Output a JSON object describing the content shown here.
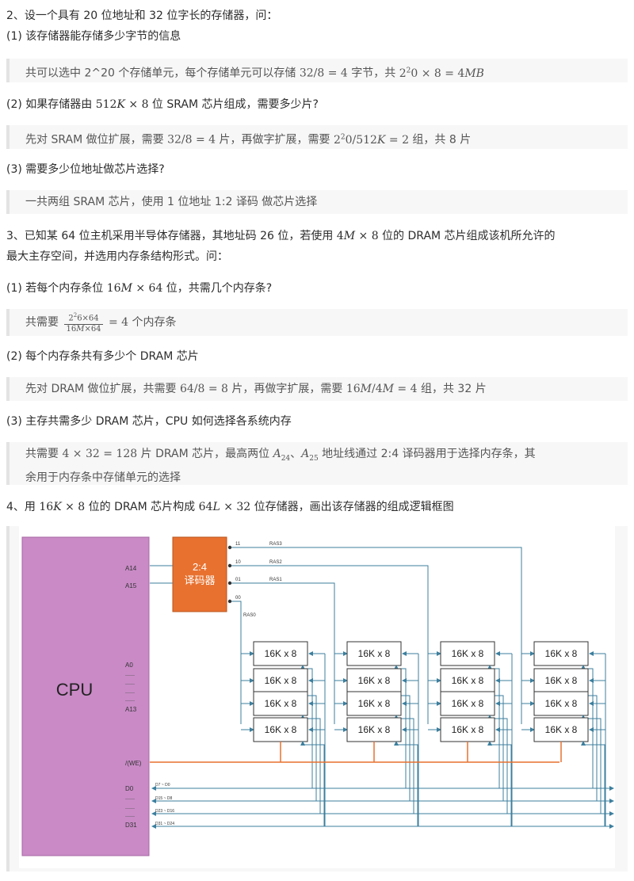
{
  "q2": {
    "title": "2、设一个具有 20 位地址和 32 位字长的存储器，问：",
    "p1": "(1) 该存储器能存储多少字节的信息",
    "a1_prefix": "共可以选中 2^20 个存储单元，每个存储单元可以存储",
    "a1_m1": "32/8 = 4",
    "a1_mid": " 字节，共 ",
    "a1_m2a": "2",
    "a1_m2sup": "2",
    "a1_m2b": "0 × 8 = 4",
    "a1_m2c": "MB",
    "p2_prefix": "(2) 如果存储器由",
    "p2_m1a": "512",
    "p2_m1b": "K",
    "p2_m1c": " × 8",
    "p2_suffix": " 位 SRAM 芯片组成，需要多少片?",
    "a2_prefix": "先对 SRAM 做位扩展，需要",
    "a2_m1": "32/8 = 4",
    "a2_mid": " 片，再做字扩展，需要 ",
    "a2_m2a": "2",
    "a2_m2sup": "2",
    "a2_m2b": "0/512",
    "a2_m2c": "K",
    "a2_m2d": " = 2",
    "a2_suffix": " 组，共 8 片",
    "p3": "(3) 需要多少位地址做芯片选择?",
    "a3": "一共两组 SRAM 芯片，使用 1 位地址 1:2 译码 做芯片选择"
  },
  "q3": {
    "title_a": "3、已知某 64 位主机采用半导体存储器，其地址码 26 位，若使用",
    "title_m1a": "4",
    "title_m1b": "M",
    "title_m1c": " × 8",
    "title_b": " 位的 DRAM 芯片组成该机所允许的",
    "title_c": "最大主存空间，并选用内存条结构形式。问：",
    "p1_prefix": "(1) 若每个内存条位",
    "p1_m1a": "16",
    "p1_m1b": "M",
    "p1_m1c": " × 64",
    "p1_suffix": " 位，共需几个内存条?",
    "a1_prefix": "共需要",
    "a1_num_a": "2",
    "a1_num_sup": "2",
    "a1_num_b": "6×64",
    "a1_den_a": "16",
    "a1_den_b": "M",
    "a1_den_c": "×64",
    "a1_eq": "= 4",
    "a1_suffix": " 个内存条",
    "p2": "(2) 每个内存条共有多少个 DRAM 芯片",
    "a2_prefix": "先对 DRAM 做位扩展，共需要",
    "a2_m1": "64/8 = 8",
    "a2_mid": " 片，再做字扩展，需要 ",
    "a2_m2a": "16",
    "a2_m2b": "M",
    "a2_m2c": "/4",
    "a2_m2d": "M",
    "a2_m2e": " = 4",
    "a2_suffix": " 组，共 32 片",
    "p3": "(3) 主存共需多少 DRAM 芯片，CPU 如何选择各系统内存",
    "a3_l1_prefix": "共需要",
    "a3_l1_m1": "4 × 32 = 128",
    "a3_l1_mid": " 片 DRAM 芯片，最高两位 ",
    "a3_l1_A": "A",
    "a3_l1_sub1": "24",
    "a3_l1_sep": "、",
    "a3_l1_sub2": "25",
    "a3_l1_suffix": " 地址线通过 2:4 译码器用于选择内存条，其",
    "a3_l2": "余用于内存条中存储单元的选择"
  },
  "q4": {
    "title_prefix": "4、用",
    "title_m1a": "16",
    "title_m1b": "K",
    "title_m1c": " × 8",
    "title_mid": " 位的 DRAM 芯片构成 ",
    "title_m2a": "64",
    "title_m2b": "L",
    "title_m2c": " × 32",
    "title_suffix": " 位存储器，画出该存储器的组成逻辑框图"
  },
  "diagram": {
    "cpu_label": "CPU",
    "decoder_line1": "2:4",
    "decoder_line2": "译码器",
    "chip_label": "16K x 8",
    "pin_a14": "A14",
    "pin_a15": "A15",
    "pin_a0": "A0",
    "pin_a13": "A13",
    "pin_we": "/(WE)",
    "pin_d0": "D0",
    "pin_d31": "D31",
    "dots": "------",
    "out_11": "11",
    "out_10": "10",
    "out_01": "01",
    "out_00": "00",
    "ras3": "RAS3",
    "ras2": "RAS2",
    "ras1": "RAS1",
    "ras0": "RAS0",
    "bus_d7_d0": "D7 ~ D0",
    "bus_d15_d8": "D15 ~ D8",
    "bus_d23_d16": "D23 ~ D16",
    "bus_d31_d24": "D31 ~ D24",
    "colors": {
      "cpu": "#c98ac6",
      "decoder": "#e8712f",
      "wire": "#3c7f9e",
      "we": "#e8712f"
    }
  }
}
